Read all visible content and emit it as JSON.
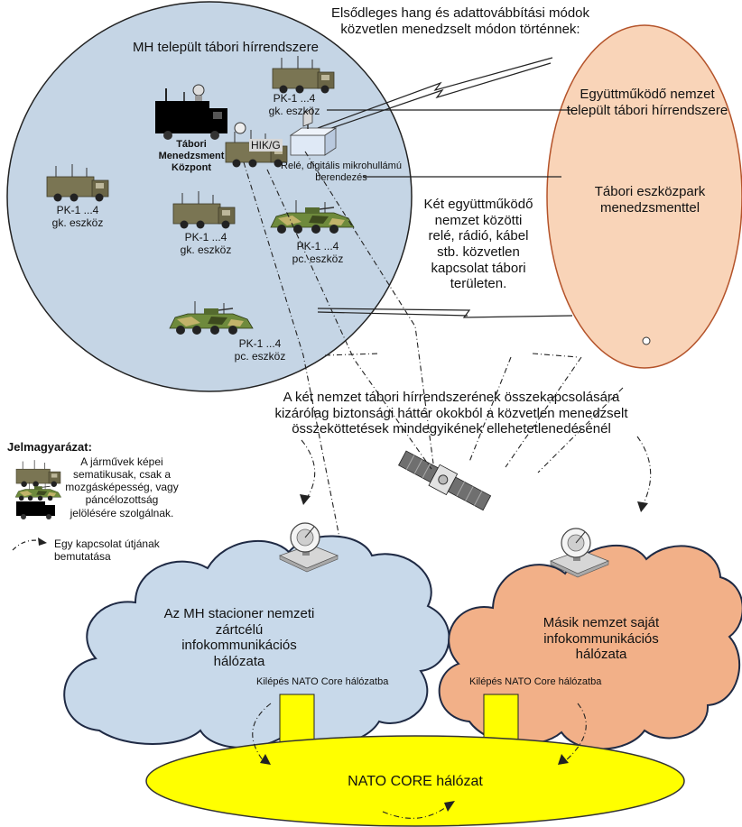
{
  "header": {
    "primary_modes": "Elsődleges hang és adattovábbítási módok\nközvetlen menedzselt módon történnek:"
  },
  "national_field_system": {
    "title": "MH települt tábori hírrendszere",
    "management_center": "Tábori\nMenedzsment\nKözpont",
    "hikg_label": "HIK/G",
    "relay_label": "Relé, digitális mikrohullámú\nberendezés",
    "vehicles": [
      {
        "name": "PK-1 ...4\ngk. eszköz"
      },
      {
        "name": "PK-1 ...4\ngk. eszköz"
      },
      {
        "name": "PK-1 ...4\ngk. eszköz"
      },
      {
        "name": "PK-1 ...4\npc. eszköz"
      },
      {
        "name": "PK-1 ...4\npc. eszköz"
      }
    ]
  },
  "partner_field_system": {
    "title": "Együttműködő nemzet\ntelepült tábori hírrendszere",
    "subtitle": "Tábori eszközpark\nmenedzsmenttel"
  },
  "between_nations": "Két együttműködő\nnemzet közötti\nrelé, rádió, kábel\nstb. közvetlen\nkapcsolat tábori\nterületen.",
  "satellite_note": "A két nemzet tábori hírrendszerének összekapcsolására\nkizárólag biztonsági háttér okokból a közvetlen menedzselt\nösszeköttetések mindegyikének ellehetetlenedésénél",
  "legend": {
    "title": "Jelmagyarázat:",
    "vehicles_text": "A járművek képei\nsematikusak, csak a\nmozgásképesség, vagy\npáncélozottság\njelölésére szolgálnak.",
    "path_text": "Egy kapcsolat útjának\nbemutatása"
  },
  "clouds": {
    "national": "Az MH stacioner nemzeti\nzártcélú\ninfokommunikációs\nhálózata",
    "partner": "Másik nemzet saját\ninfokommunikációs\nhálózata",
    "exit_label": "Kilépés NATO Core hálózatba"
  },
  "nato_core": "NATO CORE hálózat",
  "colors": {
    "national_circle": "#c5d5e5",
    "partner_ellipse": "#f9d4b8",
    "nato_core": "#ffff00",
    "national_cloud": "#c8d9ea",
    "partner_cloud": "#f2b088",
    "truck_olive": "#7a7553",
    "camo_green": "#6e8a3c"
  },
  "icons": [
    "truck-icon",
    "apc-icon",
    "command-truck-icon",
    "satellite-icon",
    "satellite-dish-icon",
    "relay-antenna-icon",
    "network-node-icon"
  ]
}
